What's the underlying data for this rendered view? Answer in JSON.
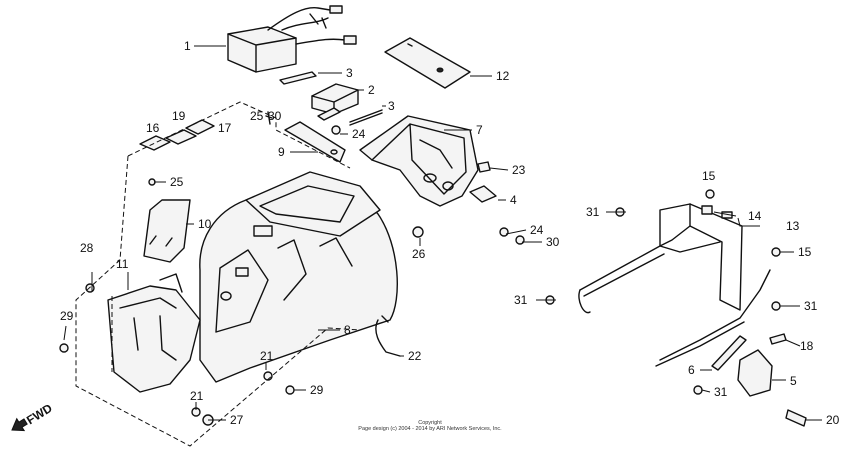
{
  "callouts": [
    "1",
    "2",
    "3",
    "3",
    "4",
    "5",
    "6",
    "7",
    "8",
    "9",
    "10",
    "11",
    "12",
    "13",
    "14",
    "15",
    "15",
    "16",
    "17",
    "18",
    "19",
    "20",
    "21",
    "21",
    "22",
    "23",
    "24",
    "24",
    "25",
    "25",
    "26",
    "27",
    "28",
    "29",
    "29",
    "30",
    "30",
    "31",
    "31",
    "31",
    "31"
  ],
  "fwd_label": "FWD",
  "copyright": {
    "line1": "Copyright",
    "line2": "Page design (c) 2004 - 2014 by ARI Network Services, Inc."
  }
}
